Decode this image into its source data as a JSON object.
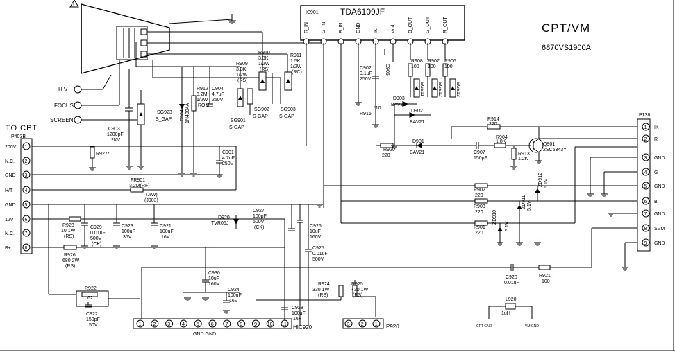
{
  "title": "CPT/VM",
  "part_number": "6870VS1900A",
  "ic": {
    "ref": "IC901",
    "name": "TDA6109JF",
    "pins": [
      "R_IN",
      "G_IN",
      "B_IN",
      "GND",
      "IK",
      "Vdd",
      "B_OUT",
      "G_OUT",
      "R_OUT"
    ]
  },
  "to_cpt": "TO CPT",
  "left_connector": {
    "ref": "P403B",
    "pins": [
      {
        "num": "1",
        "label": "200V"
      },
      {
        "num": "2",
        "label": "N.C."
      },
      {
        "num": "3",
        "label": "GND"
      },
      {
        "num": "4",
        "label": "H/T"
      },
      {
        "num": "5",
        "label": "GND"
      },
      {
        "num": "6",
        "label": "12V"
      },
      {
        "num": "7",
        "label": "N.C."
      },
      {
        "num": "8",
        "label": "B+"
      }
    ]
  },
  "right_connector": {
    "ref": "P138",
    "pins": [
      {
        "num": "1",
        "label": "IK"
      },
      {
        "num": "2",
        "label": "R"
      },
      {
        "num": "3",
        "label": "GND"
      },
      {
        "num": "4",
        "label": "G"
      },
      {
        "num": "5",
        "label": "GND"
      },
      {
        "num": "6",
        "label": "B"
      },
      {
        "num": "7",
        "label": "GND"
      },
      {
        "num": "8",
        "label": "SVM"
      },
      {
        "num": "9",
        "label": "GND"
      }
    ]
  },
  "crt_terminals": [
    "H.V.",
    "FOCUS",
    "SCREEN"
  ],
  "bottom_connector": {
    "ref": "HIC920",
    "pins": [
      "1",
      "2",
      "3",
      "4",
      "5",
      "6",
      "7",
      "8",
      "9",
      "10",
      "11"
    ],
    "label": "GND GND"
  },
  "small_connector": {
    "ref": "P920",
    "pins": [
      "3",
      "2",
      "1"
    ]
  },
  "components": {
    "c903": [
      "C903",
      "1200pF",
      "2KV"
    ],
    "sg923": [
      "SG923",
      "S_GAP"
    ],
    "d904": [
      "D904",
      "1N4004A"
    ],
    "r912": [
      "R912",
      "8.2M",
      "1/2W",
      "ROM"
    ],
    "c904": [
      "C904",
      "4.7uF",
      "250V"
    ],
    "r909": [
      "R909",
      "3.3K",
      "1/2W",
      "(RS)"
    ],
    "sg901": [
      "SG901",
      "S-GAP"
    ],
    "r910": [
      "R910",
      "3.3K",
      "1/2W",
      "(RS)"
    ],
    "sg902": [
      "SG902",
      "S-GAP"
    ],
    "r911": [
      "R911",
      "1.5K",
      "1/2W",
      "(RC)"
    ],
    "sg903": [
      "SG903",
      "S-GAP"
    ],
    "c902": [
      "C902",
      "0.1uF",
      "250V"
    ],
    "c905": "C905",
    "d903": [
      "D903",
      "BAV21"
    ],
    "d902": [
      "D902",
      "BAV21"
    ],
    "r915": [
      "*10",
      "R915"
    ],
    "r908": [
      "R908",
      "100"
    ],
    "r907": [
      "R907",
      "100"
    ],
    "r906": [
      "R906",
      "100"
    ],
    "sg911": "SG911",
    "sg912": "SG912",
    "sg913": "SG913",
    "r927": "R927*",
    "c901": [
      "C901",
      "4.7uF",
      "250V"
    ],
    "fr901": [
      "FR901",
      "3.2M(RF)"
    ],
    "fr901b": [
      "(J/W)",
      "(J903)"
    ],
    "r914": [
      "R914",
      "220"
    ],
    "r920": [
      "R920",
      "220"
    ],
    "d901": [
      "D901",
      "BAV21"
    ],
    "c907": [
      "C907",
      "150pF"
    ],
    "r904": [
      "R904",
      "1.8K"
    ],
    "r913": [
      "R913",
      "1.2K"
    ],
    "q901": [
      "Q901",
      "2SC5343Y"
    ],
    "r902": [
      "R902",
      "220"
    ],
    "r903": [
      "R903",
      "220"
    ],
    "r901": [
      "R901",
      "220"
    ],
    "zd912": [
      "ZD912",
      "5.1V"
    ],
    "zd911": [
      "ZD911",
      "5.1V"
    ],
    "zd910": [
      "ZD910",
      "5.1V"
    ],
    "d920": [
      "D920",
      "TVR06J"
    ],
    "c927": [
      "C927",
      "100pF",
      "500V",
      "(CK)"
    ],
    "c926": [
      "C926",
      "10uF",
      "160V"
    ],
    "c925": [
      "C925",
      "0.01uF",
      "500V"
    ],
    "r923": [
      "R923",
      "10 1W",
      "(RS)"
    ],
    "c929": [
      "C929",
      "0.01uF",
      "500V",
      "(CK)"
    ],
    "c923": [
      "C923",
      "100uF",
      "35V"
    ],
    "c921": [
      "C921",
      "100uF",
      "16V"
    ],
    "r926": [
      "R926",
      "680 2W",
      "(RS)"
    ],
    "r922": [
      "R922",
      "62"
    ],
    "c922": [
      "C922",
      "150pF",
      "50V"
    ],
    "c930": [
      "C930",
      "10uF",
      "160V"
    ],
    "c924": [
      "C924",
      "100uF",
      "16V"
    ],
    "r924": [
      "R924",
      "330 1W",
      "(RS)"
    ],
    "r925": [
      "R925",
      "430 1W",
      "(RS)"
    ],
    "c928": [
      "C928",
      "100uF",
      "16V"
    ],
    "c920": [
      "C920",
      "0.01uF"
    ],
    "r921": [
      "R921",
      "100"
    ],
    "l920": [
      "L920",
      "1uH"
    ],
    "l920_labels": [
      "CPT GND",
      "VM GND"
    ]
  }
}
